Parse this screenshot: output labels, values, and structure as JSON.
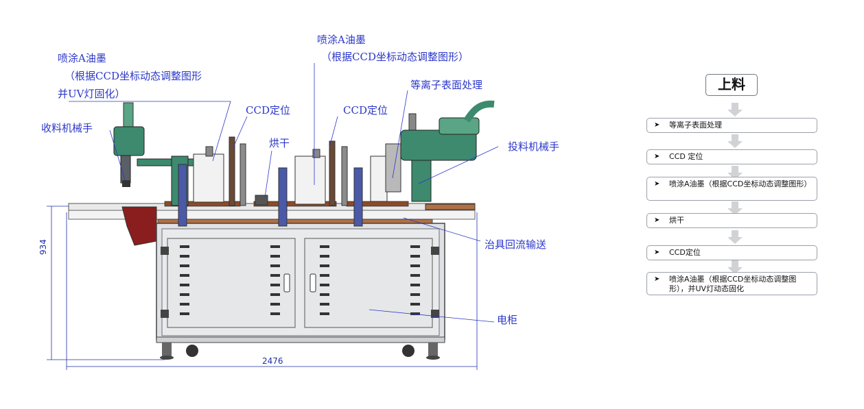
{
  "colors": {
    "callout": "#2b37c9",
    "frame": "#5a5f66",
    "panel": "#d9dbde",
    "robot": "#3d8a6e",
    "rail": "#8a4a2a"
  },
  "callouts": {
    "spray_left_1": "喷涂A油墨",
    "spray_left_2": "（根据CCD坐标动态调整图形",
    "spray_left_3": "并UV灯固化）",
    "spray_top_1": "喷涂A油墨",
    "spray_top_2": "（根据CCD坐标动态调整图形）",
    "plasma": "等离子表面处理",
    "unload_robot": "收料机械手",
    "ccd_left": "CCD定位",
    "ccd_mid": "CCD定位",
    "drying": "烘干",
    "load_robot": "投料机械手",
    "fixture_return": "治具回流输送",
    "cabinet": "电柜"
  },
  "dimensions": {
    "height": "934",
    "width": "2476"
  },
  "flow": {
    "start": "上料",
    "steps": [
      "等离子表面处理",
      "CCD 定位",
      "喷涂A油墨（根据CCD坐标动态调整图形）",
      "烘干",
      "CCD定位",
      "喷涂A油墨（根据CCD坐标动态调整图形），并UV灯动态固化"
    ]
  }
}
